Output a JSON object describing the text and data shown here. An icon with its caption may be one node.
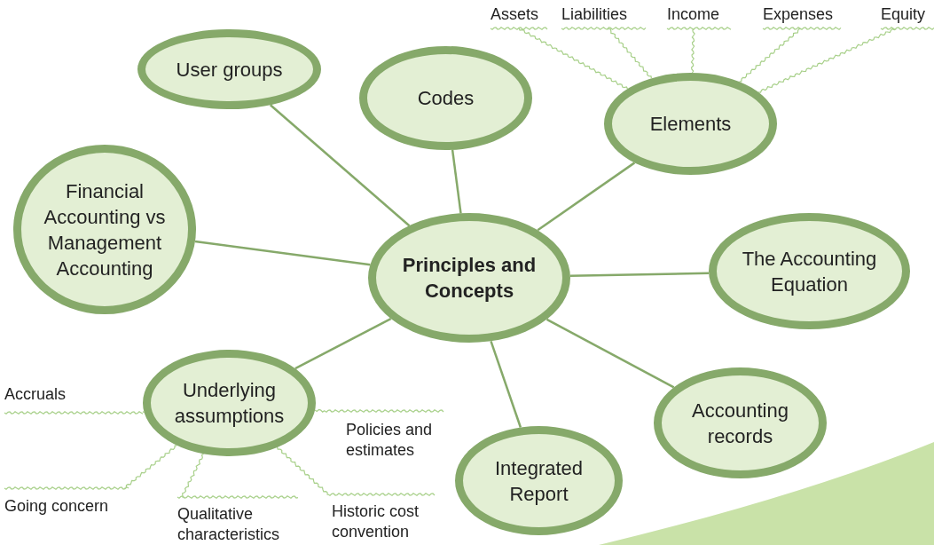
{
  "diagram": {
    "nodes": [
      {
        "text": [
          "Principles and Concepts"
        ]
      },
      {
        "text": [
          "User groups"
        ]
      },
      {
        "text": [
          "Codes"
        ]
      },
      {
        "text": [
          "Elements"
        ]
      },
      {
        "text": [
          "Financial Accounting vs Management Accounting"
        ]
      },
      {
        "text": [
          "The Accounting Equation"
        ]
      },
      {
        "text": [
          "Underlying assumptions"
        ]
      },
      {
        "text": [
          "Accounting records"
        ]
      },
      {
        "text": [
          "Integrated Report"
        ]
      },
      {
        "text": [
          "Assets"
        ]
      },
      {
        "text": [
          "Liabilities"
        ]
      },
      {
        "text": [
          "Income"
        ]
      },
      {
        "text": [
          "Expenses"
        ]
      },
      {
        "text": [
          "Equity"
        ]
      },
      {
        "text": [
          "Accruals"
        ]
      },
      {
        "text": [
          "Policies and estimates"
        ]
      },
      {
        "text": [
          "Going concern"
        ]
      },
      {
        "text": [
          "Qualitative characteristics"
        ]
      },
      {
        "text": [
          "Historic cost convention"
        ]
      }
    ],
    "edges": [
      {
        "from": 0,
        "to": 1,
        "arrow": "none"
      },
      {
        "from": 0,
        "to": 2,
        "arrow": "none"
      },
      {
        "from": 0,
        "to": 3,
        "arrow": "none"
      },
      {
        "from": 0,
        "to": 4,
        "arrow": "none"
      },
      {
        "from": 0,
        "to": 5,
        "arrow": "none"
      },
      {
        "from": 0,
        "to": 6,
        "arrow": "none"
      },
      {
        "from": 0,
        "to": 7,
        "arrow": "none"
      },
      {
        "from": 0,
        "to": 8,
        "arrow": "none"
      },
      {
        "from": 3,
        "to": 9,
        "arrow": "none",
        "color": "#a8d08a"
      },
      {
        "from": 3,
        "to": 10,
        "arrow": "none",
        "color": "#a8d08a"
      },
      {
        "from": 3,
        "to": 11,
        "arrow": "none",
        "color": "#a8d08a"
      },
      {
        "from": 3,
        "to": 12,
        "arrow": "none",
        "color": "#a8d08a"
      },
      {
        "from": 3,
        "to": 13,
        "arrow": "none",
        "color": "#a8d08a"
      },
      {
        "from": 6,
        "to": 14,
        "arrow": "none",
        "color": "#a8d08a"
      },
      {
        "from": 6,
        "to": 15,
        "arrow": "none",
        "color": "#a8d08a"
      },
      {
        "from": 6,
        "to": 16,
        "arrow": "none",
        "color": "#a8d08a"
      },
      {
        "from": 6,
        "to": 17,
        "arrow": "none",
        "color": "#a8d08a"
      },
      {
        "from": 6,
        "to": 18,
        "arrow": "none",
        "color": "#a8d08a"
      }
    ]
  }
}
